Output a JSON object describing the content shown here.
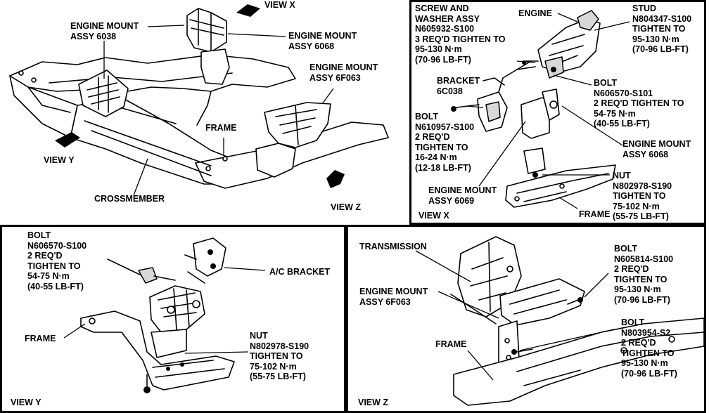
{
  "top_left": {
    "view_x_marker": "VIEW X",
    "view_y_marker": "VIEW Y",
    "view_z_marker": "VIEW Z",
    "engine_mount_6038": "ENGINE MOUNT\nASSY 6038",
    "engine_mount_6068": "ENGINE MOUNT\nASSY 6068",
    "engine_mount_6f063": "ENGINE MOUNT\nASSY 6F063",
    "frame": "FRAME",
    "crossmember": "CROSSMEMBER"
  },
  "view_x": {
    "screw_washer": "SCREW AND\nWASHER ASSY\nN605932-S100\n3 REQ'D TIGHTEN TO\n95-130 N·m\n(70-96 LB-FT)",
    "engine": "ENGINE",
    "stud": "STUD\nN804347-S100\nTIGHTEN TO\n95-130 N·m\n(70-96 LB-FT)",
    "bracket": "BRACKET\n6C038",
    "bolt_s101": "BOLT\nN606570-S101\n2 REQ'D TIGHTEN TO\n54-75 N·m\n(40-55 LB-FT)",
    "bolt_s100": "BOLT\nN610957-S100\n2 REQ'D\nTIGHTEN TO\n16-24 N·m\n(12-18 LB-FT)",
    "engine_mount_6068": "ENGINE MOUNT\nASSY 6068",
    "nut": "NUT\nN802978-S190\nTIGHTEN TO\n75-102 N·m\n(55-75 LB-FT)",
    "engine_mount_6069": "ENGINE MOUNT\nASSY 6069",
    "frame": "FRAME",
    "title": "VIEW X"
  },
  "view_y": {
    "bolt": "BOLT\nN606570-S100\n2 REQ'D\nTIGHTEN TO\n54-75 N·m\n(40-55 LB-FT)",
    "ac_bracket": "A/C BRACKET",
    "frame": "FRAME",
    "nut": "NUT\nN802978-S190\nTIGHTEN TO\n75-102 N·m\n(55-75 LB-FT)",
    "title": "VIEW Y"
  },
  "view_z": {
    "transmission": "TRANSMISSION",
    "bolt_s100": "BOLT\nN605814-S100\n2 REQ'D\nTIGHTEN TO\n95-130 N·m\n(70-96 LB-FT)",
    "engine_mount": "ENGINE MOUNT\nASSY 6F063",
    "frame": "FRAME",
    "bolt_s2": "BOLT\nN803954-S2\n2 REQ'D\nTIGHTEN TO\n95-130 N·m\n(70-96 LB-FT)",
    "title": "VIEW Z"
  }
}
